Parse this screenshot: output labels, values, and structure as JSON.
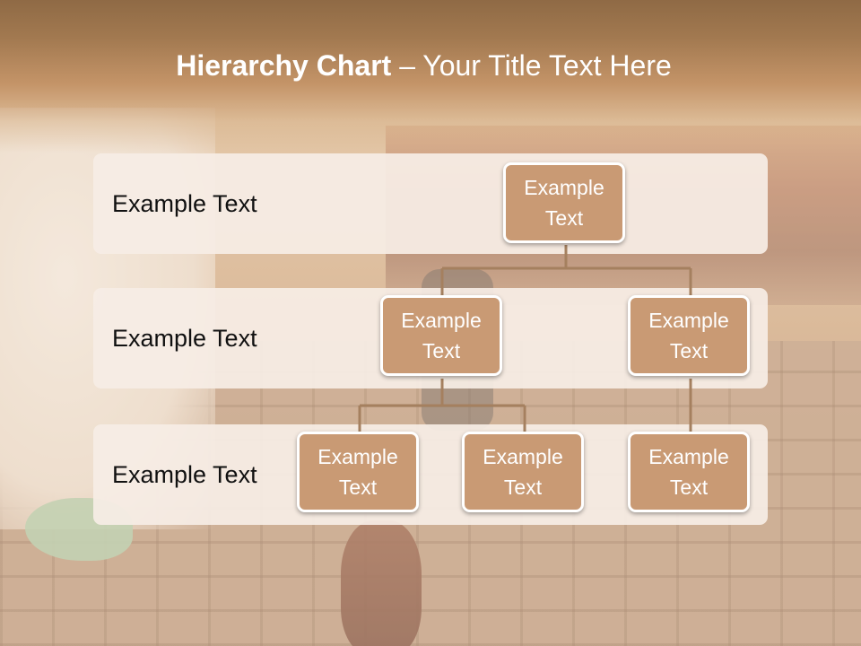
{
  "title": {
    "bold": "Hierarchy Chart",
    "rest": " – Your Title Text Here"
  },
  "rows": [
    {
      "label": "Example Text"
    },
    {
      "label": "Example Text"
    },
    {
      "label": "Example Text"
    }
  ],
  "nodes": {
    "root": "Example Text",
    "level2": [
      "Example Text",
      "Example Text"
    ],
    "level3": [
      "Example Text",
      "Example Text",
      "Example Text"
    ]
  },
  "colors": {
    "node_fill": "#c99a74",
    "connector": "#a5805f",
    "band": "#f6ede5",
    "title_band": "#a27950"
  }
}
